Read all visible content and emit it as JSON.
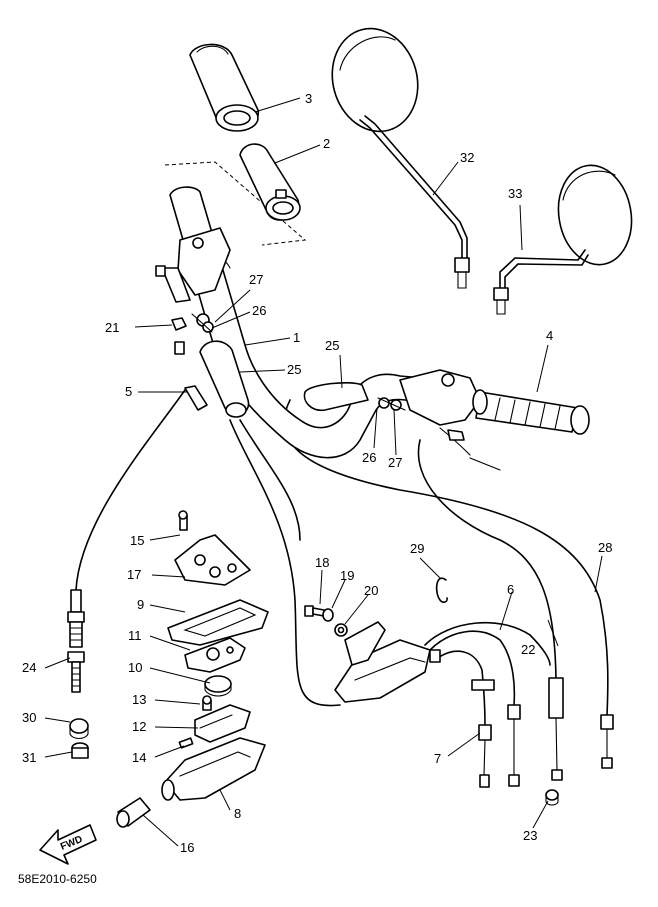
{
  "catalog_code": "58E2010-6250",
  "direction_label": "FWD",
  "callouts": {
    "c1": "1",
    "c2": "2",
    "c3": "3",
    "c4": "4",
    "c5": "5",
    "c6": "6",
    "c7": "7",
    "c8": "8",
    "c9": "9",
    "c10": "10",
    "c11": "11",
    "c12": "12",
    "c13": "13",
    "c14": "14",
    "c15": "15",
    "c16": "16",
    "c17": "17",
    "c18": "18",
    "c19": "19",
    "c20": "20",
    "c21": "21",
    "c22": "22",
    "c23": "23",
    "c24": "24",
    "c25a": "25",
    "c25b": "25",
    "c26a": "26",
    "c26b": "26",
    "c27a": "27",
    "c27b": "27",
    "c28": "28",
    "c29": "29",
    "c30": "30",
    "c31": "31",
    "c32": "32",
    "c33": "33"
  }
}
